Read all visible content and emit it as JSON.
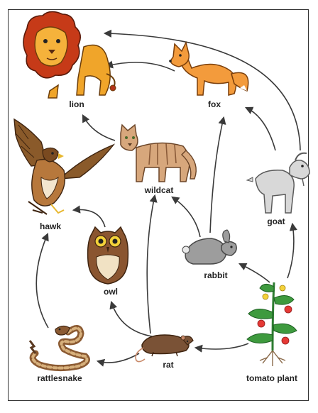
{
  "diagram": {
    "organisms": [
      {
        "id": "lion",
        "label": "lion",
        "icon": "lion-icon"
      },
      {
        "id": "fox",
        "label": "fox",
        "icon": "fox-icon"
      },
      {
        "id": "hawk",
        "label": "hawk",
        "icon": "hawk-icon"
      },
      {
        "id": "wildcat",
        "label": "wildcat",
        "icon": "wildcat-icon"
      },
      {
        "id": "goat",
        "label": "goat",
        "icon": "goat-icon"
      },
      {
        "id": "owl",
        "label": "owl",
        "icon": "owl-icon"
      },
      {
        "id": "rabbit",
        "label": "rabbit",
        "icon": "rabbit-icon"
      },
      {
        "id": "rattlesnake",
        "label": "rattlesnake",
        "icon": "rattlesnake-icon"
      },
      {
        "id": "rat",
        "label": "rat",
        "icon": "rat-icon"
      },
      {
        "id": "tomato_plant",
        "label": "tomato plant",
        "icon": "tomato-plant-icon"
      }
    ],
    "edges": [
      {
        "from": "tomato_plant",
        "to": "rat"
      },
      {
        "from": "tomato_plant",
        "to": "rabbit"
      },
      {
        "from": "tomato_plant",
        "to": "goat"
      },
      {
        "from": "rat",
        "to": "rattlesnake"
      },
      {
        "from": "rat",
        "to": "owl"
      },
      {
        "from": "rat",
        "to": "wildcat"
      },
      {
        "from": "rattlesnake",
        "to": "hawk"
      },
      {
        "from": "owl",
        "to": "hawk"
      },
      {
        "from": "rabbit",
        "to": "wildcat"
      },
      {
        "from": "rabbit",
        "to": "fox"
      },
      {
        "from": "goat",
        "to": "fox"
      },
      {
        "from": "goat",
        "to": "lion"
      },
      {
        "from": "wildcat",
        "to": "lion"
      },
      {
        "from": "fox",
        "to": "lion"
      }
    ]
  }
}
